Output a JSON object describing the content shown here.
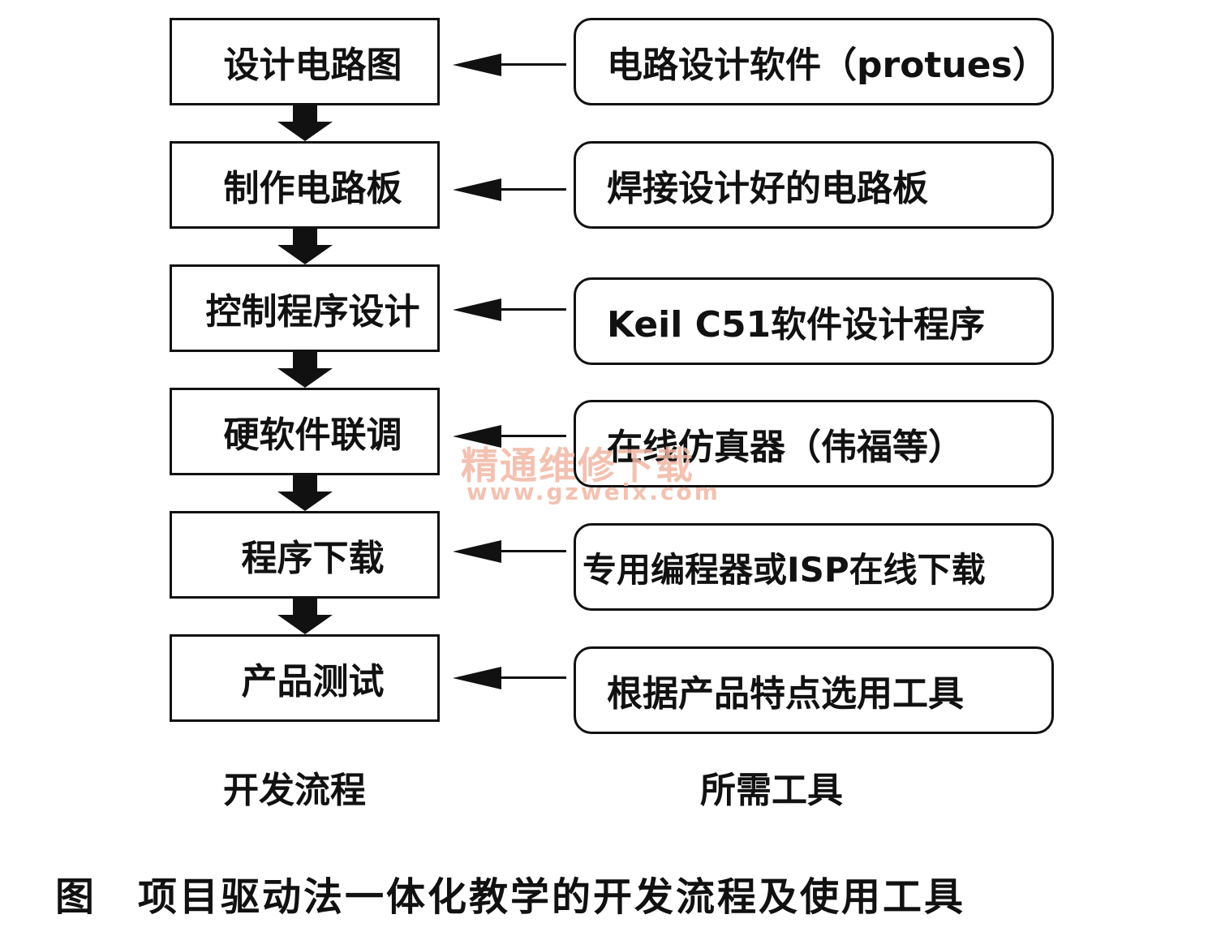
{
  "steps": [
    {
      "label": "设计电路图"
    },
    {
      "label": "制作电路板"
    },
    {
      "label": "控制程序设计"
    },
    {
      "label": "硬软件联调"
    },
    {
      "label": "程序下载"
    },
    {
      "label": "产品测试"
    }
  ],
  "tools": [
    {
      "label": "电路设计软件（protues）"
    },
    {
      "label": "焊接设计好的电路板"
    },
    {
      "label": "Keil C51软件设计程序"
    },
    {
      "label": "在线仿真器（伟福等）"
    },
    {
      "label": "专用编程器或ISP在线下载"
    },
    {
      "label": "根据产品特点选用工具"
    }
  ],
  "column_headers": {
    "left": "开发流程",
    "right": "所需工具"
  },
  "caption": "图　项目驱动法一体化教学的开发流程及使用工具",
  "watermark": {
    "line1": "精通维修下载",
    "line2": "www.gzweix.com"
  }
}
